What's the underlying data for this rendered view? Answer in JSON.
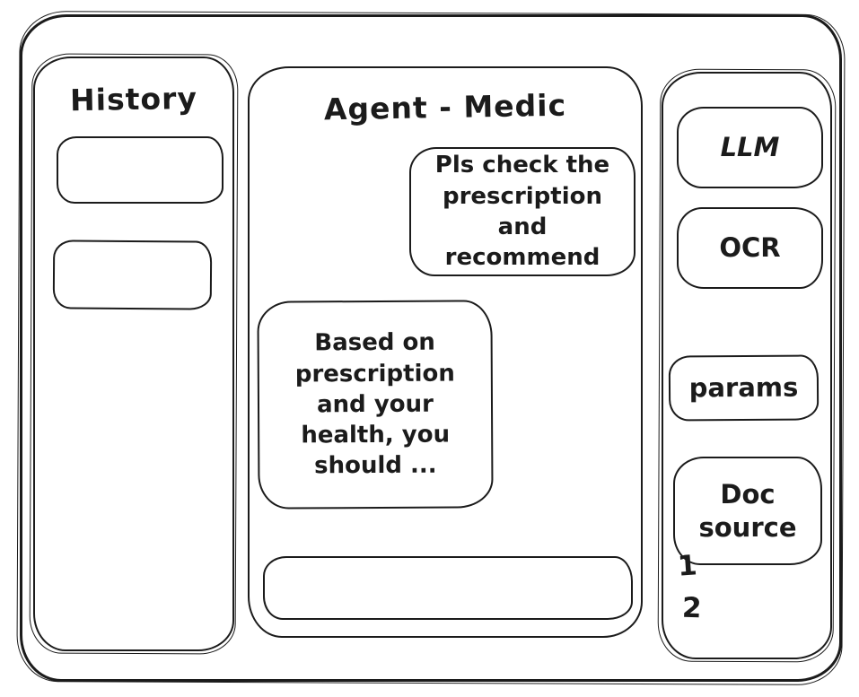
{
  "colors": {
    "stroke": "#1b1b1b",
    "background": "#ffffff"
  },
  "sidebar_left": {
    "title": "History",
    "items": [
      {
        "label": ""
      },
      {
        "label": ""
      }
    ]
  },
  "chat": {
    "title": "Agent - Medic",
    "messages": [
      {
        "role": "user",
        "text": "Pls check the prescription and recommend"
      },
      {
        "role": "agent",
        "text": "Based on prescription and your health, you should ..."
      }
    ],
    "input": {
      "value": "",
      "placeholder": ""
    }
  },
  "sidebar_right": {
    "buttons": [
      {
        "label": "LLM"
      },
      {
        "label": "OCR"
      },
      {
        "label": "params"
      },
      {
        "label": "Doc source"
      }
    ],
    "doc_list": [
      "1",
      "2"
    ]
  }
}
